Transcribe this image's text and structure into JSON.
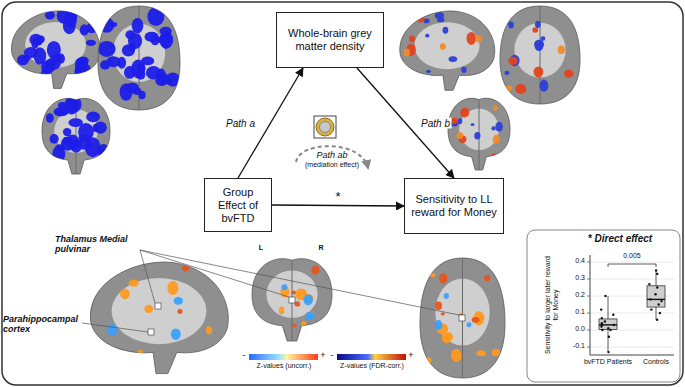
{
  "diagram": {
    "nodes": [
      {
        "text": [
          "Whole-brain grey matter density"
        ]
      },
      {
        "text": [
          "Group Effect of bvFTD"
        ]
      },
      {
        "text": [
          "Sensitivity to LL reward for Money"
        ]
      }
    ],
    "edges": [
      {
        "from": 1,
        "to": 0,
        "label": "Path a",
        "arrow": "to"
      },
      {
        "from": 0,
        "to": 2,
        "label": "Path b",
        "arrow": "to"
      },
      {
        "from": 1,
        "to": 2,
        "label": "*",
        "arrow": "to"
      }
    ],
    "labels": [
      "Path ab",
      "(mediation effect)",
      "Thalamus Medial pulvinar",
      "Parahippocampal cortex",
      "L",
      "R",
      "-",
      "+",
      "-",
      "+",
      "* Direct effect",
      "0.005",
      "0.4",
      "0.3",
      "0.2",
      "0.1",
      "0.0",
      "-0.1",
      "bvFTD Patients",
      "Controls",
      "Sensitivity to larger later reward for Money"
    ],
    "legend": [
      {
        "text": "Z-values (uncorr.)"
      },
      {
        "text": "Z-values (FDR-corr.)"
      }
    ]
  }
}
